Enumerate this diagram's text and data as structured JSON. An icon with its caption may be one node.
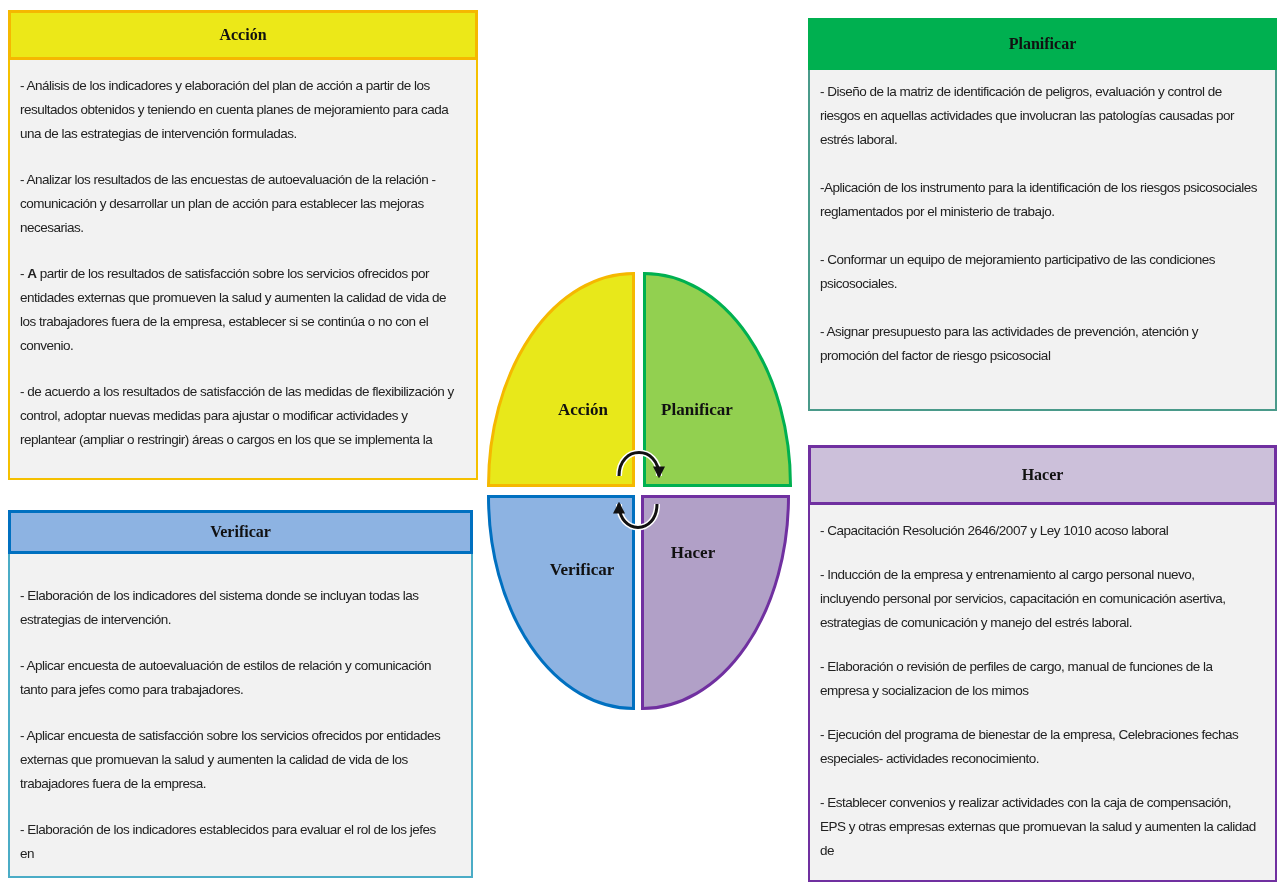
{
  "diagram": {
    "nodes": [
      {
        "text": [
          "Acción",
          "- Análisis de los indicadores y elaboración del plan de acción a partir de los resultados obtenidos y teniendo en cuenta planes de mejoramiento para cada una de las estrategias de intervención formuladas.",
          "- Analizar los resultados de las encuestas de autoevaluación de la relación - comunicación y desarrollar un plan de acción para establecer las mejoras necesarias.",
          "- **A** partir de los resultados de satisfacción sobre los servicios ofrecidos por entidades externas que promueven la salud y aumenten la calidad de vida de los trabajadores fuera de la empresa, establecer si se continúa o no con el convenio.",
          "- de acuerdo a los resultados de satisfacción de las medidas de flexibilización y control, adoptar nuevas medidas para ajustar o modificar actividades y replantear (ampliar o restringir) áreas o cargos en los que se implementa la"
        ]
      },
      {
        "text": [
          "Planificar",
          "- Diseño de la matriz de identificación de peligros, evaluación y control de riesgos en aquellas actividades que involucran las patologías causadas por estrés laboral.",
          "-Aplicación de los instrumento para la identificación de los riesgos psicosociales reglamentados por el ministerio de trabajo.",
          "- Conformar un equipo de mejoramiento participativo de las condiciones psicosociales.",
          "-  Asignar presupuesto para las actividades de prevención, atención y promoción del factor de riesgo psicosocial"
        ]
      },
      {
        "text": [
          "Verificar",
          "- Elaboración de los indicadores del sistema donde se incluyan todas las estrategias de intervención.",
          "- Aplicar encuesta de autoevaluación de estilos de relación y comunicación tanto para jefes como para trabajadores.",
          "- Aplicar encuesta de satisfacción sobre los servicios ofrecidos por entidades externas que promuevan la salud y aumenten la calidad de vida de los trabajadores fuera de la empresa.",
          "- Elaboración de los indicadores establecidos para evaluar el rol de los jefes en"
        ]
      },
      {
        "text": [
          "Hacer",
          "-  Capacitación Resolución 2646/2007 y Ley 1010 acoso laboral",
          "- Inducción de la empresa y entrenamiento al cargo personal nuevo, incluyendo personal por servicios, capacitación en comunicación asertiva, estrategias de comunicación y manejo del estrés laboral.",
          "- Elaboración o revisión de perfiles de cargo, manual de funciones de la empresa y socializacion de los mimos",
          "- Ejecución del programa de bienestar de la empresa, Celebraciones fechas especiales- actividades reconocimiento.",
          "- Establecer convenios y realizar actividades con la caja de compensación, EPS y otras empresas externas que promuevan la salud y aumenten la calidad de"
        ]
      },
      {
        "text": [
          "Acción"
        ]
      },
      {
        "text": [
          "Planificar"
        ]
      },
      {
        "text": [
          "Verificar"
        ]
      },
      {
        "text": [
          "Hacer"
        ]
      }
    ],
    "edges": [
      {
        "from": 4,
        "to": 5,
        "arrow": "to"
      },
      {
        "from": 7,
        "to": 6,
        "arrow": "to"
      }
    ]
  }
}
